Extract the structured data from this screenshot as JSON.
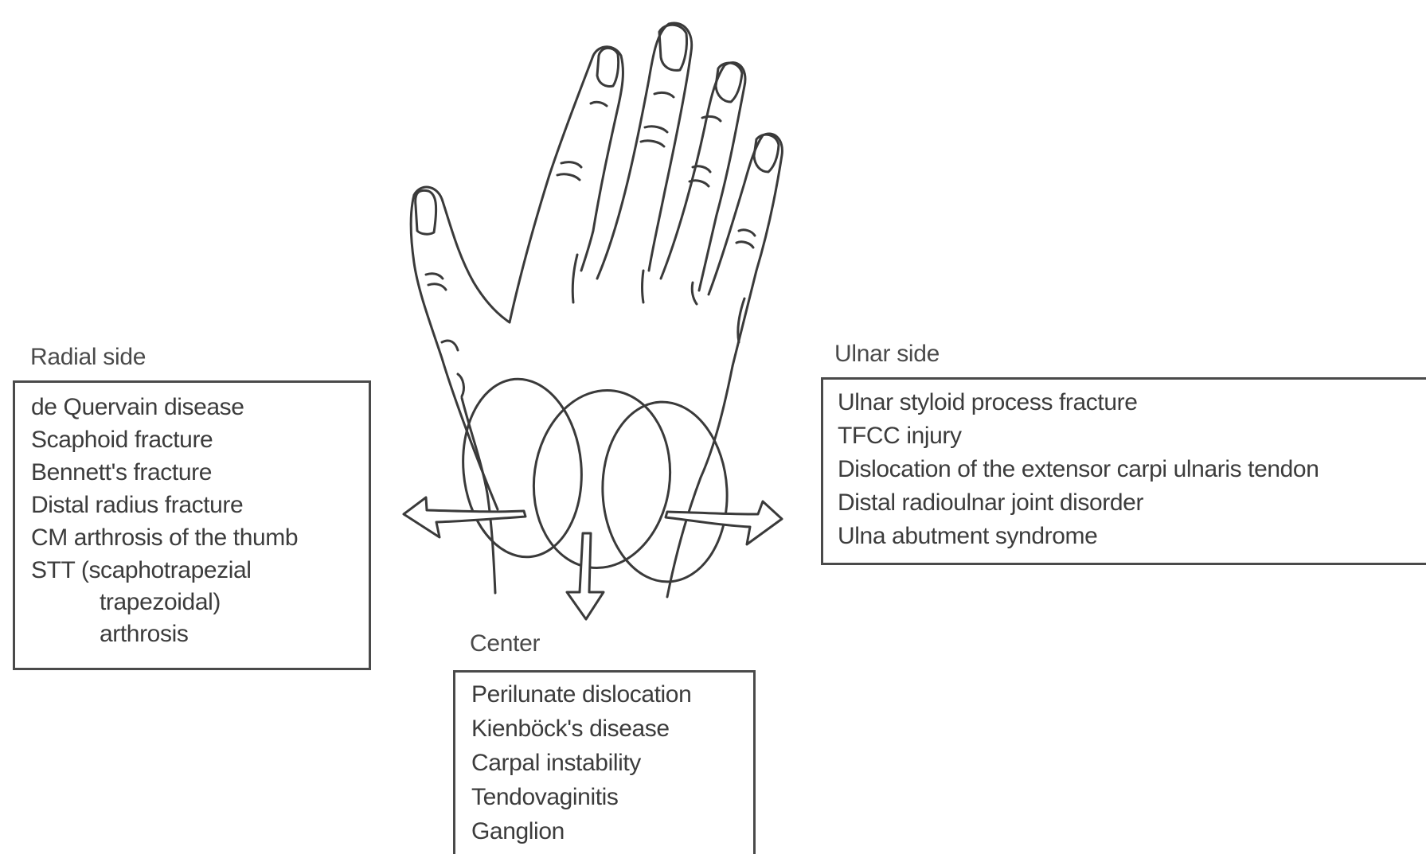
{
  "colors": {
    "line": "#3a3a3a",
    "text": "#3c3c3c",
    "background": "#ffffff"
  },
  "icons": [
    "hand-illustration-icon",
    "left-arrow-icon",
    "down-arrow-icon",
    "right-arrow-icon"
  ],
  "radial": {
    "title": "Radial side",
    "items": [
      "de Quervain disease",
      "Scaphoid fracture",
      "Bennett's fracture",
      "Distal radius fracture",
      "CM arthrosis of the thumb",
      "STT (scaphotrapezial",
      "trapezoidal)",
      "arthrosis"
    ]
  },
  "ulnar": {
    "title": "Ulnar side",
    "items": [
      "Ulnar styloid process fracture",
      "TFCC injury",
      "Dislocation of the extensor carpi ulnaris tendon",
      "Distal radioulnar joint disorder",
      "Ulna abutment syndrome"
    ]
  },
  "center": {
    "title": "Center",
    "items": [
      "Perilunate dislocation",
      "Kienböck's disease",
      "Carpal instability",
      "Tendovaginitis",
      "Ganglion"
    ]
  }
}
